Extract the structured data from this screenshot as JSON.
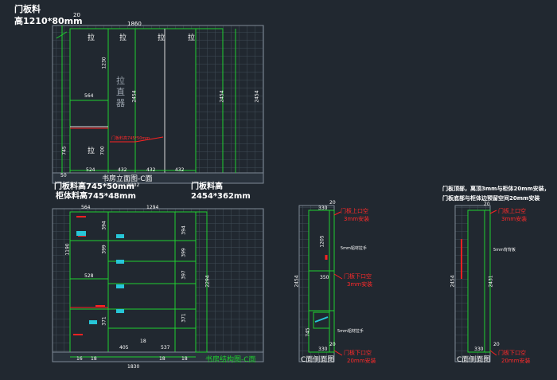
{
  "colors": {
    "background": "#212830",
    "frame": "#7e8a96",
    "hatch": "#3b4651",
    "green": "#1fd12f",
    "red": "#ff2222",
    "white": "#ffffff",
    "cyan": "#27c6d8"
  },
  "header": {
    "title": "门板料",
    "subtitle": "高1210*80mm"
  },
  "front_elevation": {
    "caption": "书房立面图-C面",
    "dims_top": [
      "20",
      "1860"
    ],
    "dims_bottom": [
      "50",
      "524",
      "432",
      "432",
      "432"
    ],
    "dims_side": [
      "1230",
      "745",
      "700",
      "2454",
      "2454",
      "2454",
      "564",
      "1902"
    ],
    "door_glyphs": [
      "拉",
      "拉",
      "拉",
      "拉",
      "拉"
    ],
    "vertical_text": [
      "拉",
      "直",
      "器"
    ],
    "red_note": "门板料高745*50mm",
    "label_left_1": "门板料高745*50mm",
    "label_left_2": "柜体料高745*48mm",
    "label_right_1": "门板料高",
    "label_right_2": "2454*362mm"
  },
  "structure": {
    "caption": "书房结构图-C面",
    "dims": [
      "564",
      "1294",
      "1190",
      "528",
      "394",
      "394",
      "399",
      "399",
      "397",
      "371",
      "371",
      "405",
      "537",
      "16",
      "1830",
      "2294",
      "18",
      "18",
      "18",
      "18"
    ]
  },
  "side_c": {
    "caption": "C面侧面图",
    "dims": [
      "330",
      "20",
      "1205",
      "2454",
      "350",
      "745",
      "330",
      "20"
    ],
    "notes": [
      "门板上口空",
      "3mm安装",
      "5mm铝材拉手",
      "门板下口空",
      "3mm安装",
      "5mm铝材拉手",
      "门板下口空",
      "20mm安装"
    ]
  },
  "side_d": {
    "caption": "C面侧面图",
    "header_1": "门板顶部，离顶3mm与柜体20mm安装，",
    "header_2": "门板底部与柜体边预留空间20mm安装",
    "dims": [
      "20",
      "2454",
      "2431",
      "330",
      "20"
    ],
    "notes": [
      "门板上口空",
      "3mm安装",
      "5mm背背板",
      "门板下口空",
      "20mm安装"
    ]
  }
}
